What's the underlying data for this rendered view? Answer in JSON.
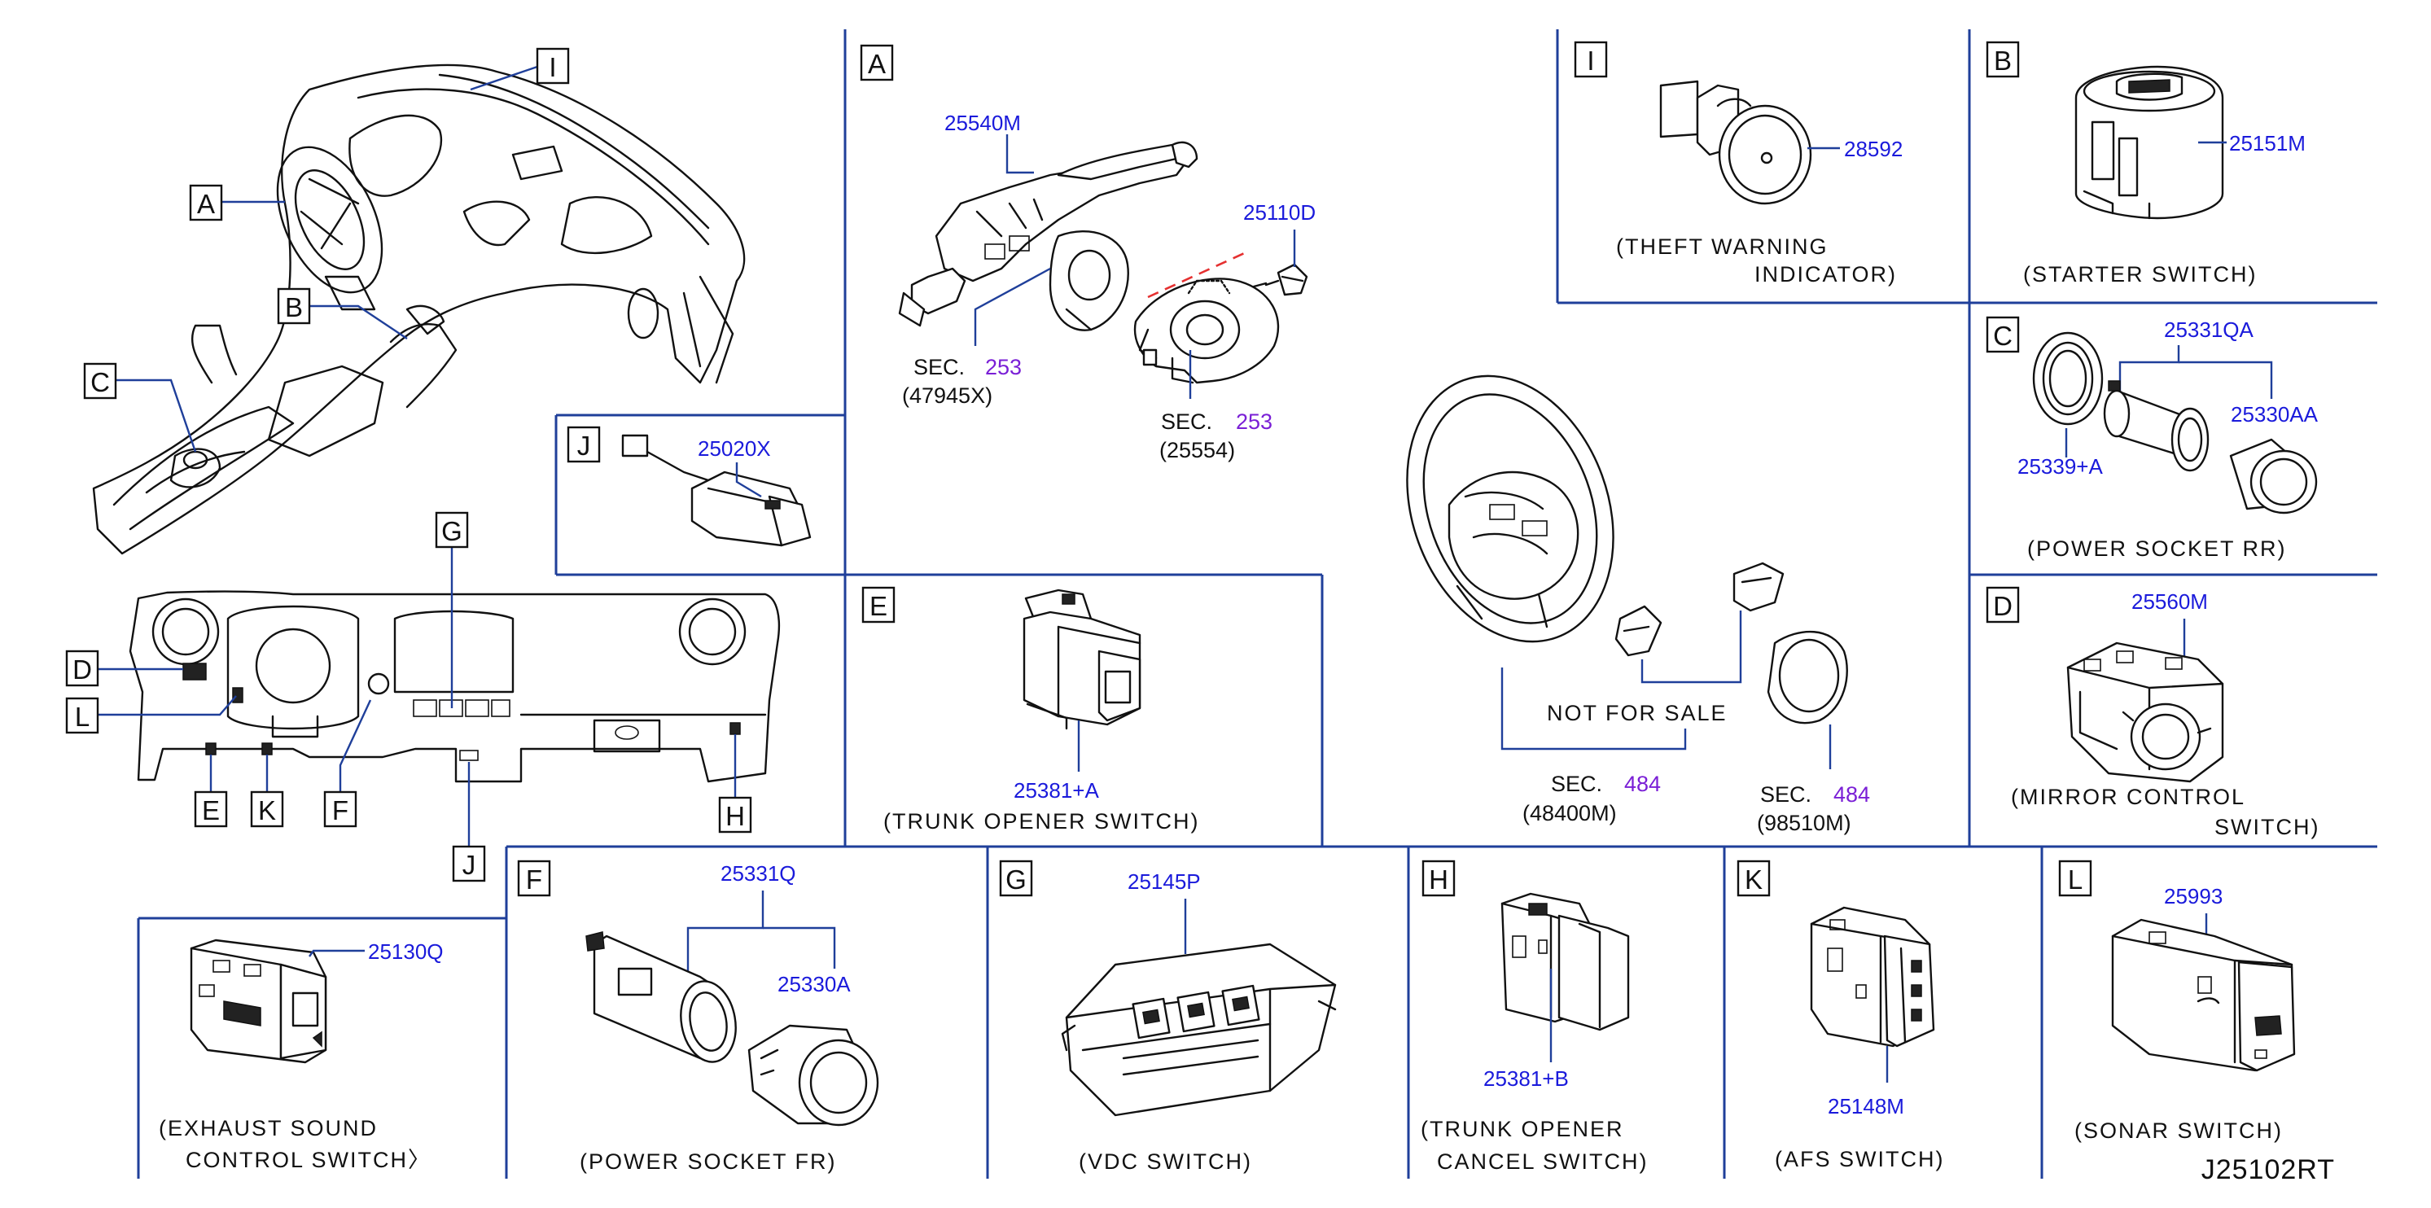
{
  "panels": {
    "A": {
      "box": "A",
      "part1": "25540M",
      "part2": "25110D",
      "sec1_prefix": "SEC.",
      "sec1_num": "253",
      "sec1_sub": "(47945X)",
      "sec2_prefix": "SEC.",
      "sec2_num": "253",
      "sec2_sub": "(25554)"
    },
    "I": {
      "box": "I",
      "part": "28592",
      "caption1": "(THEFT   WARNING",
      "caption2": "INDICATOR)"
    },
    "B": {
      "box": "B",
      "part": "25151M",
      "caption": "(STARTER   SWITCH)"
    },
    "C": {
      "box": "C",
      "part1": "25331QA",
      "part2": "25330AA",
      "part3": "25339+A",
      "caption": "(POWER   SOCKET   RR)"
    },
    "D": {
      "box": "D",
      "part": "25560M",
      "caption1": "(MIRROR   CONTROL",
      "caption2": "SWITCH)"
    },
    "J": {
      "box": "J",
      "part": "25020X"
    },
    "E": {
      "box": "E",
      "part": "25381+A",
      "caption": "(TRUNK   OPENER   SWITCH)"
    },
    "wheel": {
      "nfs": "NOT   FOR   SALE",
      "sec1_prefix": "SEC.",
      "sec1_num": "484",
      "sec1_sub": "(48400M)",
      "sec2_prefix": "SEC.",
      "sec2_num": "484",
      "sec2_sub": "(98510M)"
    },
    "exhaust": {
      "part": "25130Q",
      "caption1": "(EXHAUST   SOUND",
      "caption2": "CONTROL   SWITCH〉"
    },
    "F": {
      "box": "F",
      "part1": "25331Q",
      "part2": "25330A",
      "caption": "(POWER   SOCKET   FR)"
    },
    "G": {
      "box": "G",
      "part": "25145P",
      "caption": "(VDC   SWITCH)"
    },
    "H": {
      "box": "H",
      "part": "25381+B",
      "caption1": "(TRUNK   OPENER",
      "caption2": "CANCEL   SWITCH)"
    },
    "K": {
      "box": "K",
      "part": "25148M",
      "caption": "(AFS   SWITCH)"
    },
    "L": {
      "box": "L",
      "part": "25993",
      "caption": "(SONAR      SWITCH)"
    }
  },
  "overview": {
    "top_labels": [
      "I",
      "A",
      "B",
      "C"
    ],
    "bottom_labels": [
      "G",
      "D",
      "L",
      "E",
      "K",
      "F",
      "J",
      "H"
    ]
  },
  "drawing_code": "J25102RT"
}
